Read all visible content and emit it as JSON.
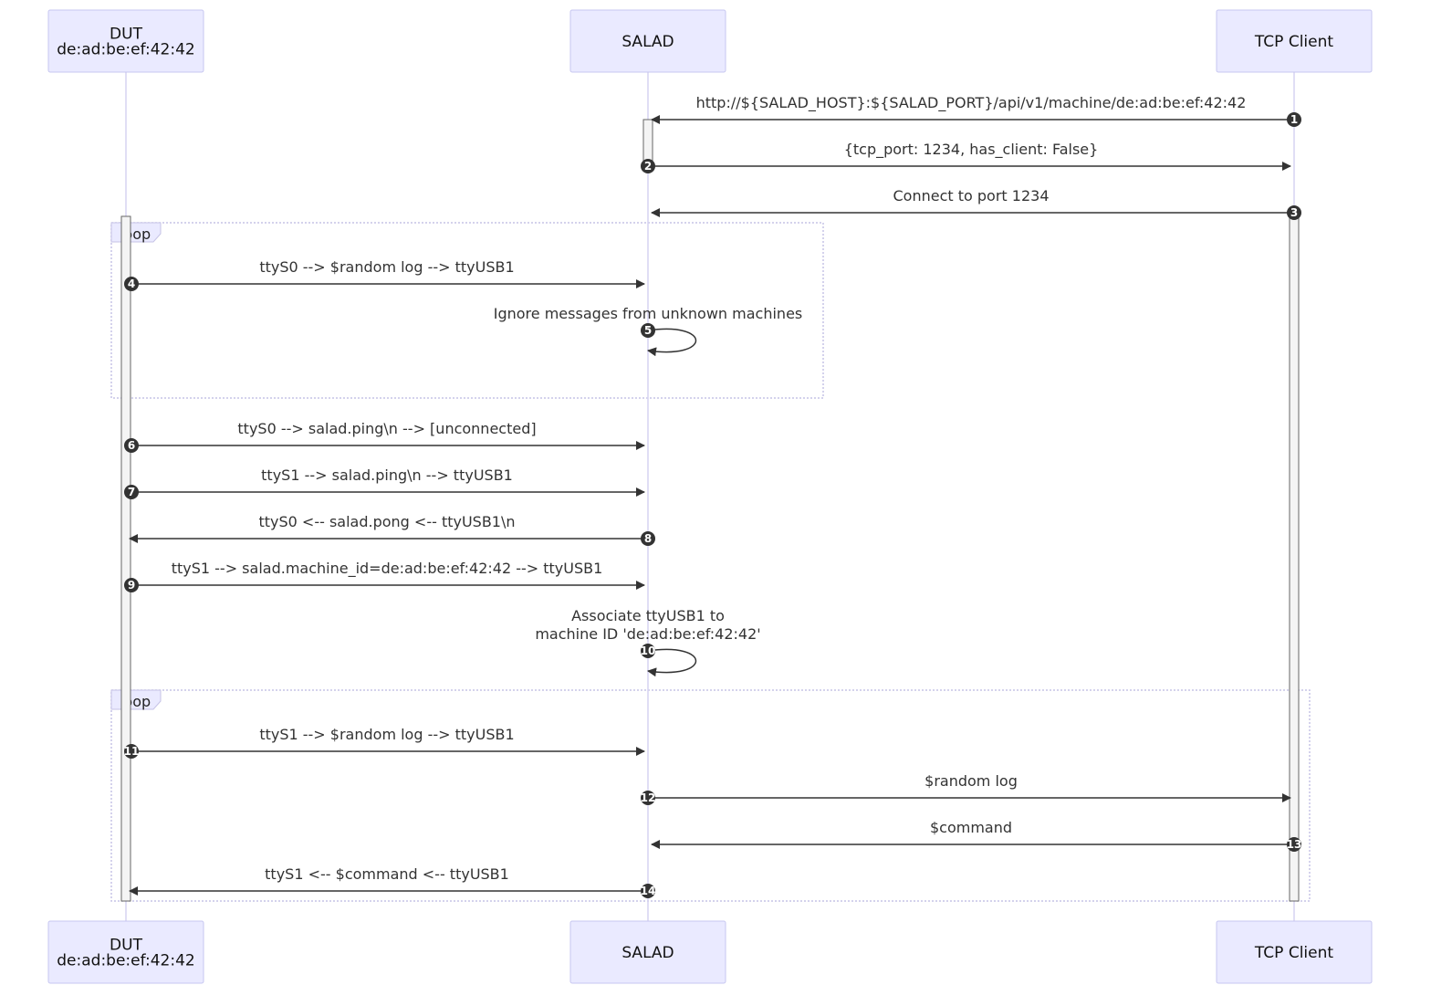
{
  "actors": [
    {
      "id": "dut",
      "lines": [
        "DUT",
        "de:ad:be:ef:42:42"
      ]
    },
    {
      "id": "salad",
      "lines": [
        "SALAD"
      ]
    },
    {
      "id": "tcp",
      "lines": [
        "TCP Client"
      ]
    }
  ],
  "loops": [
    {
      "label": "loop"
    },
    {
      "label": "loop"
    }
  ],
  "messages": [
    {
      "num": "1",
      "from": "tcp",
      "to": "salad",
      "lines": [
        "http://${SALAD_HOST}:${SALAD_PORT}/api/v1/machine/de:ad:be:ef:42:42"
      ]
    },
    {
      "num": "2",
      "from": "salad",
      "to": "tcp",
      "lines": [
        "{tcp_port: 1234, has_client: False}"
      ]
    },
    {
      "num": "3",
      "from": "tcp",
      "to": "salad",
      "lines": [
        "Connect to port 1234"
      ]
    },
    {
      "num": "4",
      "from": "dut",
      "to": "salad",
      "lines": [
        "ttyS0 --> $random log --> ttyUSB1"
      ]
    },
    {
      "num": "5",
      "from": "salad",
      "to": "salad",
      "lines": [
        "Ignore messages from unknown machines"
      ]
    },
    {
      "num": "6",
      "from": "dut",
      "to": "salad",
      "lines": [
        "ttyS0 --> salad.ping\\n --> [unconnected]"
      ]
    },
    {
      "num": "7",
      "from": "dut",
      "to": "salad",
      "lines": [
        "ttyS1 --> salad.ping\\n --> ttyUSB1"
      ]
    },
    {
      "num": "8",
      "from": "salad",
      "to": "dut",
      "lines": [
        "ttyS0 <-- salad.pong <-- ttyUSB1\\n"
      ]
    },
    {
      "num": "9",
      "from": "dut",
      "to": "salad",
      "lines": [
        "ttyS1 --> salad.machine_id=de:ad:be:ef:42:42 --> ttyUSB1"
      ]
    },
    {
      "num": "10",
      "from": "salad",
      "to": "salad",
      "lines": [
        "Associate ttyUSB1 to",
        "machine ID 'de:ad:be:ef:42:42'"
      ]
    },
    {
      "num": "11",
      "from": "dut",
      "to": "salad",
      "lines": [
        "ttyS1 --> $random log --> ttyUSB1"
      ]
    },
    {
      "num": "12",
      "from": "salad",
      "to": "tcp",
      "lines": [
        "$random log"
      ]
    },
    {
      "num": "13",
      "from": "tcp",
      "to": "salad",
      "lines": [
        "$command"
      ]
    },
    {
      "num": "14",
      "from": "salad",
      "to": "dut",
      "lines": [
        "ttyS1 <-- $command <-- ttyUSB1"
      ]
    }
  ],
  "colors": {
    "actor_fill": "#eaeaff",
    "actor_stroke": "#c7c7f0",
    "lifeline": "#d6d3f2",
    "arrow": "#333333"
  }
}
